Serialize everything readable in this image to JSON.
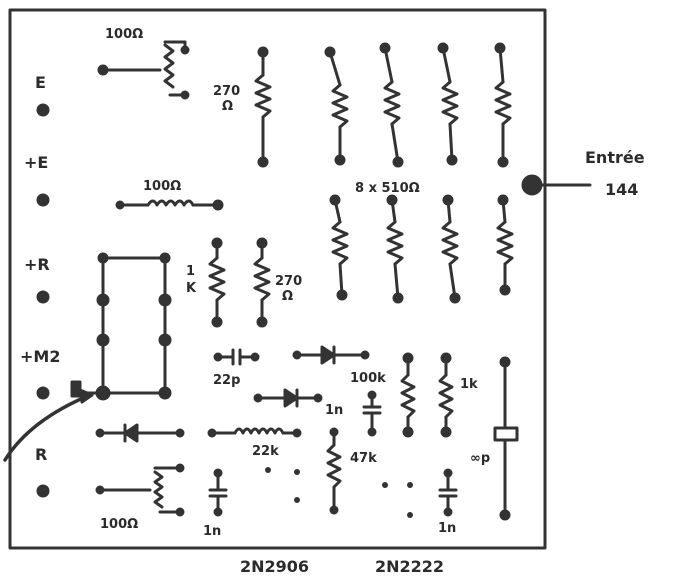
{
  "terminals": [
    {
      "key": "e",
      "label": "E"
    },
    {
      "key": "plus-e",
      "label": "+E"
    },
    {
      "key": "plus-r",
      "label": "+R"
    },
    {
      "key": "plus-m",
      "label": "+M2"
    },
    {
      "key": "r",
      "label": "R"
    }
  ],
  "labels": {
    "pot_top": "100Ω",
    "res_270_a_line1": "270",
    "res_270_a_line2": "Ω",
    "res_100_mid": "100Ω",
    "res_array": "8 x 510Ω",
    "entry_line1": "Entrée",
    "entry_line2": "144",
    "res_1k_line1": "1",
    "res_1k_line2": "K",
    "res_270_b_line1": "270",
    "res_270_b_line2": "Ω",
    "cap_22p": "22p",
    "res_100k": "100k",
    "res_1k_right": "1k",
    "cap_1n_mid": "1n",
    "res_22k": "22k",
    "res_47k": "47k",
    "cap_trim": "∞p",
    "pot_bottom": "100Ω",
    "cap_1n_left": "1n",
    "cap_1n_right": "1n"
  },
  "transistors": {
    "left": "2N2906",
    "right": "2N2222"
  }
}
